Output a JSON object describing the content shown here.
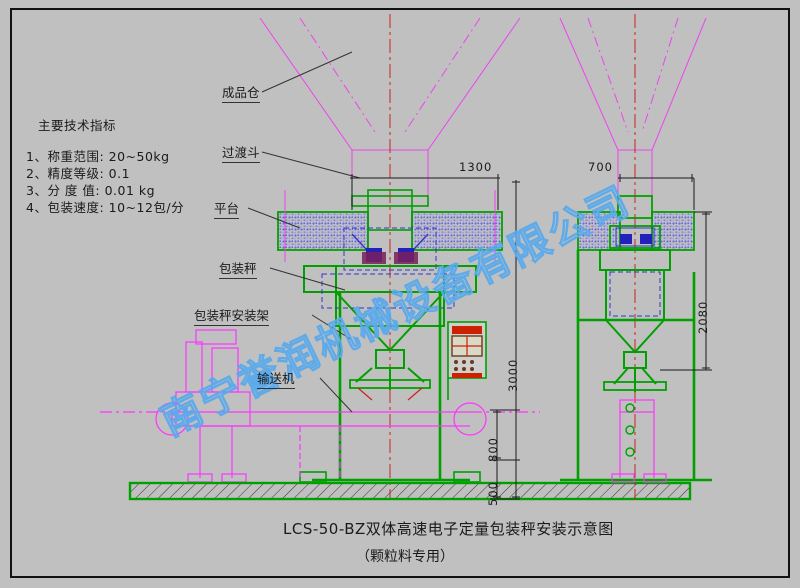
{
  "page": {
    "background_color": "#c0c0c0",
    "frame_color": "#111111"
  },
  "specs": {
    "heading": "主要技术指标",
    "items": [
      "1、称重范围: 20~50kg",
      "2、精度等级: 0.1",
      "3、分 度 值: 0.01 kg",
      "4、包装速度: 10~12包/分"
    ]
  },
  "callouts": [
    {
      "name": "finished-bin",
      "label": "成品仓"
    },
    {
      "name": "transition-hopper",
      "label": "过渡斗"
    },
    {
      "name": "platform",
      "label": "平台"
    },
    {
      "name": "packing-scale",
      "label": "包装秤"
    },
    {
      "name": "scale-mounting-frame",
      "label": "包装秤安装架"
    },
    {
      "name": "conveyor",
      "label": "输送机"
    }
  ],
  "dimensions": {
    "front_width": "1300",
    "side_width": "700",
    "total_height": "3000",
    "mid_height": "800",
    "base_height": "500",
    "side_height": "2080"
  },
  "title": {
    "main": "LCS-50-BZ双体高速电子定量包装秤安装示意图",
    "sub": "（颗粒料专用）"
  },
  "watermark": {
    "text": "南宁誉润机械设备有限公司",
    "color": "#5aaaeb"
  },
  "colors": {
    "structure_green": "#00a000",
    "hopper_blue": "#3333cc",
    "centerline_red": "#cc2222",
    "centerline_magenta": "#ee44ee",
    "conveyor_magenta": "#ff33ff",
    "panel_red": "#cc2200",
    "granule_blue": "#5555dd"
  }
}
